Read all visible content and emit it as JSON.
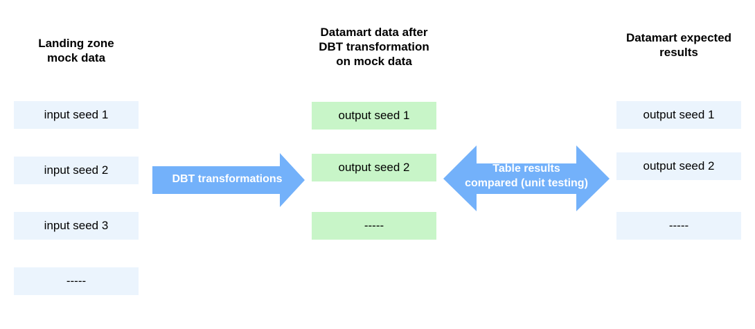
{
  "headings": {
    "landing": "Landing zone\nmock data",
    "datamart_after": "Datamart data after\nDBT transformation\non mock data",
    "expected": "Datamart expected\nresults"
  },
  "landing_zone": {
    "boxes": [
      "input seed 1",
      "input seed 2",
      "input seed 3",
      "-----"
    ]
  },
  "datamart_after": {
    "boxes": [
      "output seed 1",
      "output seed 2",
      "-----"
    ]
  },
  "datamart_expected": {
    "boxes": [
      "output seed 1",
      "output seed 2",
      "-----"
    ]
  },
  "arrows": {
    "transform_label": "DBT transformations",
    "compare_label": "Table results\ncompared (unit testing)"
  },
  "colors": {
    "arrow": "#73b1fa",
    "input_box": "#ebf4fd",
    "output_box": "#c8f5c8",
    "expected_box": "#ebf4fd"
  }
}
